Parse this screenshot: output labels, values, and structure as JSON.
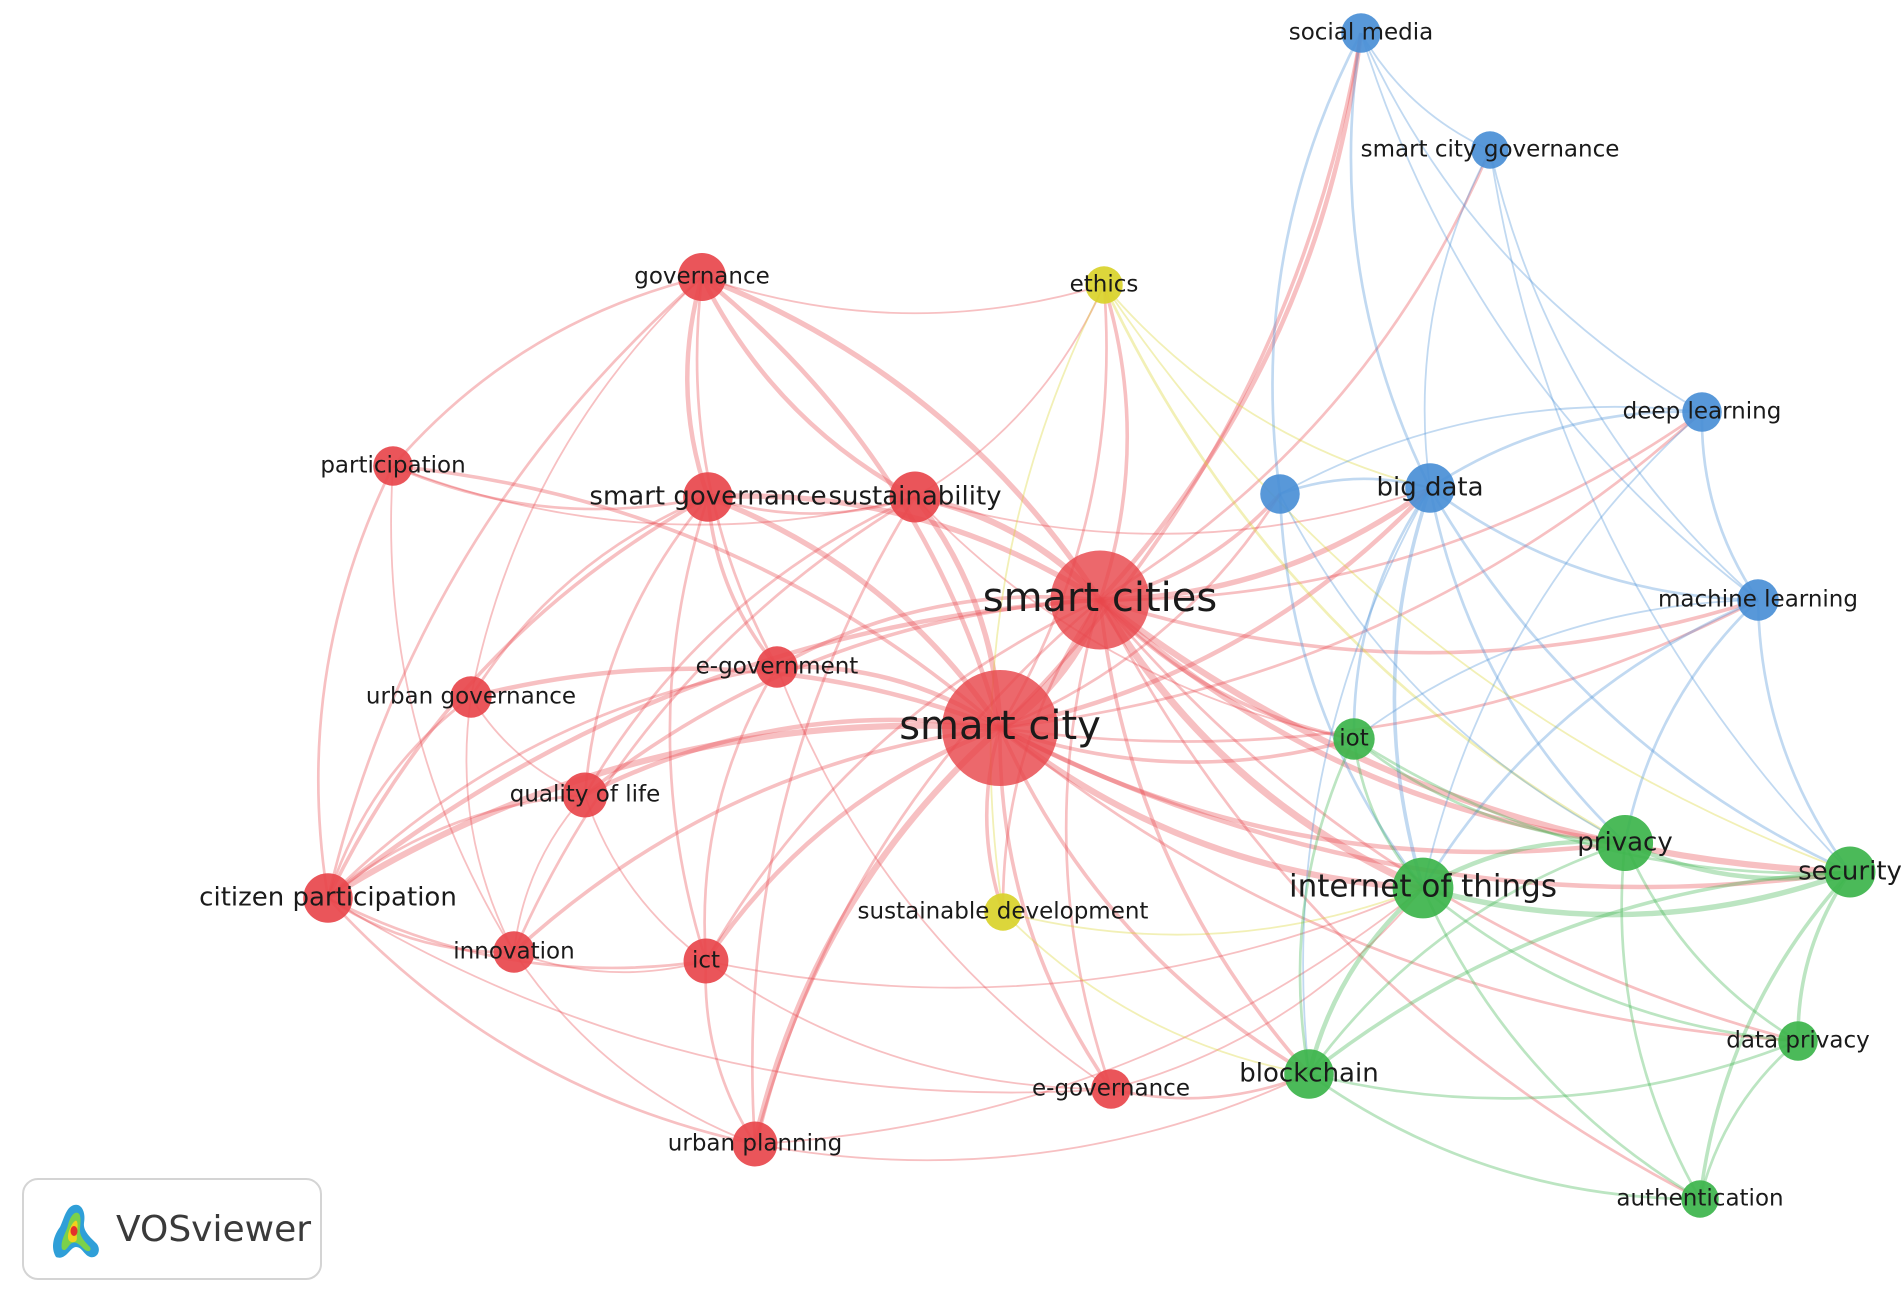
{
  "colors": {
    "red": "#e8474c",
    "green": "#3cb44b",
    "blue": "#4a8fd6",
    "yellow": "#d9d32a"
  },
  "brand": {
    "name": "VOSviewer",
    "icon": "vosviewer-logo-icon"
  },
  "nodes": [
    {
      "id": "smart-city",
      "label": "smart city",
      "cluster": "red",
      "weight": 100
    },
    {
      "id": "smart-cities",
      "label": "smart cities",
      "cluster": "red",
      "weight": 70
    },
    {
      "id": "governance",
      "label": "governance",
      "cluster": "red",
      "weight": 12
    },
    {
      "id": "participation",
      "label": "participation",
      "cluster": "red",
      "weight": 7
    },
    {
      "id": "smart-governance",
      "label": "smart governance",
      "cluster": "red",
      "weight": 13
    },
    {
      "id": "sustainability",
      "label": "sustainability",
      "cluster": "red",
      "weight": 14
    },
    {
      "id": "e-government",
      "label": "e-government",
      "cluster": "red",
      "weight": 8
    },
    {
      "id": "urban-governance",
      "label": "urban governance",
      "cluster": "red",
      "weight": 8
    },
    {
      "id": "quality-of-life",
      "label": "quality of life",
      "cluster": "red",
      "weight": 10
    },
    {
      "id": "citizen-participation",
      "label": "citizen participation",
      "cluster": "red",
      "weight": 13
    },
    {
      "id": "innovation",
      "label": "innovation",
      "cluster": "red",
      "weight": 8
    },
    {
      "id": "ict",
      "label": "ict",
      "cluster": "red",
      "weight": 10
    },
    {
      "id": "urban-planning",
      "label": "urban planning",
      "cluster": "red",
      "weight": 10
    },
    {
      "id": "e-governance",
      "label": "e-governance",
      "cluster": "red",
      "weight": 7
    },
    {
      "id": "ethics",
      "label": "ethics",
      "cluster": "yellow",
      "weight": 6
    },
    {
      "id": "sustainable-development",
      "label": "sustainable development",
      "cluster": "yellow",
      "weight": 6
    },
    {
      "id": "social-media",
      "label": "social media",
      "cluster": "blue",
      "weight": 7
    },
    {
      "id": "smart-city-governance",
      "label": "smart city governance",
      "cluster": "blue",
      "weight": 6
    },
    {
      "id": "deep-learning",
      "label": "deep learning",
      "cluster": "blue",
      "weight": 7
    },
    {
      "id": "big-data",
      "label": "big data",
      "cluster": "blue",
      "weight": 13
    },
    {
      "id": "unnamed-blue",
      "label": "",
      "cluster": "blue",
      "weight": 7
    },
    {
      "id": "machine-learning",
      "label": "machine learning",
      "cluster": "blue",
      "weight": 8
    },
    {
      "id": "iot",
      "label": "iot",
      "cluster": "green",
      "weight": 8
    },
    {
      "id": "privacy",
      "label": "privacy",
      "cluster": "green",
      "weight": 18
    },
    {
      "id": "internet-of-things",
      "label": "internet of things",
      "cluster": "green",
      "weight": 22
    },
    {
      "id": "security",
      "label": "security",
      "cluster": "green",
      "weight": 14
    },
    {
      "id": "blockchain",
      "label": "blockchain",
      "cluster": "green",
      "weight": 13
    },
    {
      "id": "data-privacy",
      "label": "data privacy",
      "cluster": "green",
      "weight": 7
    },
    {
      "id": "authentication",
      "label": "authentication",
      "cluster": "green",
      "weight": 6
    }
  ],
  "links": [
    [
      "smart-city",
      "smart-cities",
      10
    ],
    [
      "smart-city",
      "governance",
      4
    ],
    [
      "smart-city",
      "participation",
      3
    ],
    [
      "smart-city",
      "smart-governance",
      5
    ],
    [
      "smart-city",
      "sustainability",
      5
    ],
    [
      "smart-city",
      "e-government",
      4
    ],
    [
      "smart-city",
      "urban-governance",
      4
    ],
    [
      "smart-city",
      "quality-of-life",
      4
    ],
    [
      "smart-city",
      "citizen-participation",
      6
    ],
    [
      "smart-city",
      "innovation",
      3
    ],
    [
      "smart-city",
      "ict",
      4
    ],
    [
      "smart-city",
      "urban-planning",
      6
    ],
    [
      "smart-city",
      "e-governance",
      3
    ],
    [
      "smart-city",
      "ethics",
      2
    ],
    [
      "smart-city",
      "sustainable-development",
      3
    ],
    [
      "smart-city",
      "social-media",
      3
    ],
    [
      "smart-city",
      "big-data",
      4
    ],
    [
      "smart-city",
      "iot",
      3
    ],
    [
      "smart-city",
      "privacy",
      4
    ],
    [
      "smart-city",
      "internet-of-things",
      6
    ],
    [
      "smart-city",
      "security",
      4
    ],
    [
      "smart-city",
      "blockchain",
      3
    ],
    [
      "smart-city",
      "machine-learning",
      2
    ],
    [
      "smart-city",
      "deep-learning",
      2
    ],
    [
      "smart-city",
      "data-privacy",
      2
    ],
    [
      "smart-city",
      "unnamed-blue",
      2
    ],
    [
      "smart-cities",
      "governance",
      5
    ],
    [
      "smart-cities",
      "smart-governance",
      5
    ],
    [
      "smart-cities",
      "sustainability",
      6
    ],
    [
      "smart-cities",
      "e-government",
      3
    ],
    [
      "smart-cities",
      "citizen-participation",
      4
    ],
    [
      "smart-cities",
      "quality-of-life",
      3
    ],
    [
      "smart-cities",
      "ethics",
      3
    ],
    [
      "smart-cities",
      "social-media",
      4
    ],
    [
      "smart-cities",
      "smart-city-governance",
      2
    ],
    [
      "smart-cities",
      "big-data",
      5
    ],
    [
      "smart-cities",
      "unnamed-blue",
      3
    ],
    [
      "smart-cities",
      "machine-learning",
      3
    ],
    [
      "smart-cities",
      "deep-learning",
      2
    ],
    [
      "smart-cities",
      "iot",
      3
    ],
    [
      "smart-cities",
      "privacy",
      5
    ],
    [
      "smart-cities",
      "internet-of-things",
      7
    ],
    [
      "smart-cities",
      "security",
      6
    ],
    [
      "smart-cities",
      "blockchain",
      3
    ],
    [
      "smart-cities",
      "data-privacy",
      2
    ],
    [
      "smart-cities",
      "authentication",
      2
    ],
    [
      "smart-cities",
      "sustainable-development",
      2
    ],
    [
      "smart-cities",
      "urban-planning",
      2
    ],
    [
      "smart-cities",
      "e-governance",
      2
    ],
    [
      "smart-cities",
      "ict",
      2
    ],
    [
      "governance",
      "smart-governance",
      4
    ],
    [
      "governance",
      "sustainability",
      4
    ],
    [
      "governance",
      "participation",
      2
    ],
    [
      "governance",
      "citizen-participation",
      2
    ],
    [
      "governance",
      "e-government",
      2
    ],
    [
      "governance",
      "ethics",
      1
    ],
    [
      "governance",
      "urban-governance",
      1
    ],
    [
      "participation",
      "smart-governance",
      2
    ],
    [
      "participation",
      "citizen-participation",
      2
    ],
    [
      "participation",
      "sustainability",
      1
    ],
    [
      "participation",
      "innovation",
      1
    ],
    [
      "smart-governance",
      "sustainability",
      2
    ],
    [
      "smart-governance",
      "e-government",
      3
    ],
    [
      "smart-governance",
      "citizen-participation",
      3
    ],
    [
      "smart-governance",
      "quality-of-life",
      2
    ],
    [
      "smart-governance",
      "ict",
      2
    ],
    [
      "smart-governance",
      "urban-governance",
      2
    ],
    [
      "sustainability",
      "quality-of-life",
      2
    ],
    [
      "sustainability",
      "urban-planning",
      2
    ],
    [
      "sustainability",
      "innovation",
      2
    ],
    [
      "sustainability",
      "ethics",
      1
    ],
    [
      "sustainability",
      "iot",
      1
    ],
    [
      "sustainability",
      "big-data",
      1
    ],
    [
      "e-government",
      "citizen-participation",
      2
    ],
    [
      "e-government",
      "e-governance",
      1
    ],
    [
      "e-government",
      "ict",
      2
    ],
    [
      "urban-governance",
      "citizen-participation",
      2
    ],
    [
      "urban-governance",
      "innovation",
      1
    ],
    [
      "urban-governance",
      "quality-of-life",
      1
    ],
    [
      "quality-of-life",
      "citizen-participation",
      2
    ],
    [
      "quality-of-life",
      "innovation",
      1
    ],
    [
      "quality-of-life",
      "ict",
      1
    ],
    [
      "citizen-participation",
      "innovation",
      2
    ],
    [
      "citizen-participation",
      "ict",
      2
    ],
    [
      "citizen-participation",
      "urban-planning",
      2
    ],
    [
      "citizen-participation",
      "e-governance",
      1
    ],
    [
      "innovation",
      "urban-planning",
      1
    ],
    [
      "innovation",
      "ict",
      1
    ],
    [
      "ict",
      "urban-planning",
      2
    ],
    [
      "ict",
      "e-governance",
      1
    ],
    [
      "ict",
      "internet-of-things",
      1
    ],
    [
      "urban-planning",
      "blockchain",
      1
    ],
    [
      "urban-planning",
      "internet-of-things",
      1
    ],
    [
      "e-governance",
      "blockchain",
      2
    ],
    [
      "e-governance",
      "internet-of-things",
      1
    ],
    [
      "ethics",
      "privacy",
      2
    ],
    [
      "ethics",
      "big-data",
      1
    ],
    [
      "ethics",
      "security",
      1
    ],
    [
      "ethics",
      "sustainable-development",
      1
    ],
    [
      "sustainable-development",
      "internet-of-things",
      1
    ],
    [
      "sustainable-development",
      "blockchain",
      1
    ],
    [
      "social-media",
      "big-data",
      2
    ],
    [
      "social-media",
      "smart-city-governance",
      1
    ],
    [
      "social-media",
      "machine-learning",
      1
    ],
    [
      "social-media",
      "deep-learning",
      1
    ],
    [
      "social-media",
      "unnamed-blue",
      2
    ],
    [
      "smart-city-governance",
      "big-data",
      1
    ],
    [
      "smart-city-governance",
      "machine-learning",
      1
    ],
    [
      "smart-city-governance",
      "security",
      1
    ],
    [
      "deep-learning",
      "big-data",
      2
    ],
    [
      "deep-learning",
      "machine-learning",
      2
    ],
    [
      "deep-learning",
      "internet-of-things",
      1
    ],
    [
      "deep-learning",
      "unnamed-blue",
      1
    ],
    [
      "big-data",
      "machine-learning",
      2
    ],
    [
      "big-data",
      "iot",
      2
    ],
    [
      "big-data",
      "internet-of-things",
      3
    ],
    [
      "big-data",
      "privacy",
      2
    ],
    [
      "big-data",
      "security",
      2
    ],
    [
      "big-data",
      "unnamed-blue",
      2
    ],
    [
      "big-data",
      "blockchain",
      1
    ],
    [
      "machine-learning",
      "internet-of-things",
      2
    ],
    [
      "machine-learning",
      "security",
      2
    ],
    [
      "machine-learning",
      "privacy",
      2
    ],
    [
      "machine-learning",
      "iot",
      1
    ],
    [
      "unnamed-blue",
      "internet-of-things",
      2
    ],
    [
      "unnamed-blue",
      "privacy",
      1
    ],
    [
      "iot",
      "internet-of-things",
      2
    ],
    [
      "iot",
      "privacy",
      2
    ],
    [
      "iot",
      "security",
      2
    ],
    [
      "iot",
      "blockchain",
      2
    ],
    [
      "privacy",
      "internet-of-things",
      4
    ],
    [
      "privacy",
      "security",
      4
    ],
    [
      "privacy",
      "blockchain",
      2
    ],
    [
      "privacy",
      "data-privacy",
      2
    ],
    [
      "privacy",
      "authentication",
      2
    ],
    [
      "internet-of-things",
      "security",
      5
    ],
    [
      "internet-of-things",
      "blockchain",
      4
    ],
    [
      "internet-of-things",
      "data-privacy",
      2
    ],
    [
      "internet-of-things",
      "authentication",
      2
    ],
    [
      "security",
      "blockchain",
      3
    ],
    [
      "security",
      "data-privacy",
      3
    ],
    [
      "security",
      "authentication",
      3
    ],
    [
      "blockchain",
      "data-privacy",
      2
    ],
    [
      "blockchain",
      "authentication",
      2
    ],
    [
      "data-privacy",
      "authentication",
      2
    ]
  ]
}
